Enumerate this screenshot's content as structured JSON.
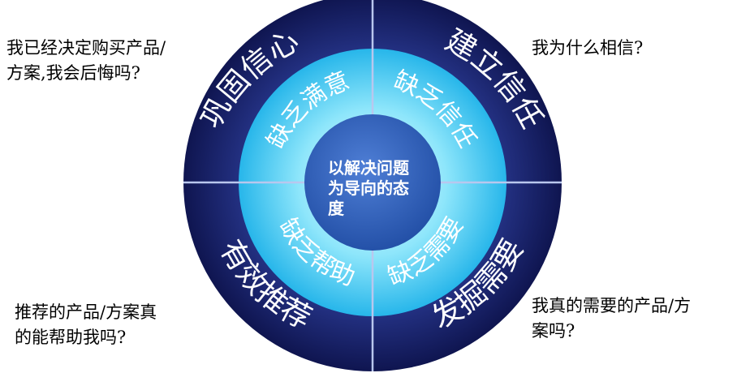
{
  "center": {
    "lines": [
      "以解决问题",
      "为导向的态",
      "度"
    ]
  },
  "outer_ring": {
    "top_left": "巩固信心",
    "top_right": "建立信任",
    "bottom_left": "有效推荐",
    "bottom_right": "发掘需要"
  },
  "inner_ring": {
    "top_left": "缺乏满意",
    "top_right": "缺乏信任",
    "bottom_left": "缺乏帮助",
    "bottom_right": "缺乏需要"
  },
  "questions": {
    "top_left": [
      "我已经决定购买产品/",
      "方案,我会后悔吗?"
    ],
    "top_right": [
      "我为什么相信?"
    ],
    "bottom_left": [
      "推荐的产品/方案真",
      "的能帮助我吗?"
    ],
    "bottom_right": [
      "我真的需要的产品/方",
      "案吗?"
    ]
  },
  "colors": {
    "outer_ring": "#141b58",
    "inner_ring": "#3fc4ef",
    "center": "#2f5bb8",
    "divider": "#b9c7ee"
  }
}
